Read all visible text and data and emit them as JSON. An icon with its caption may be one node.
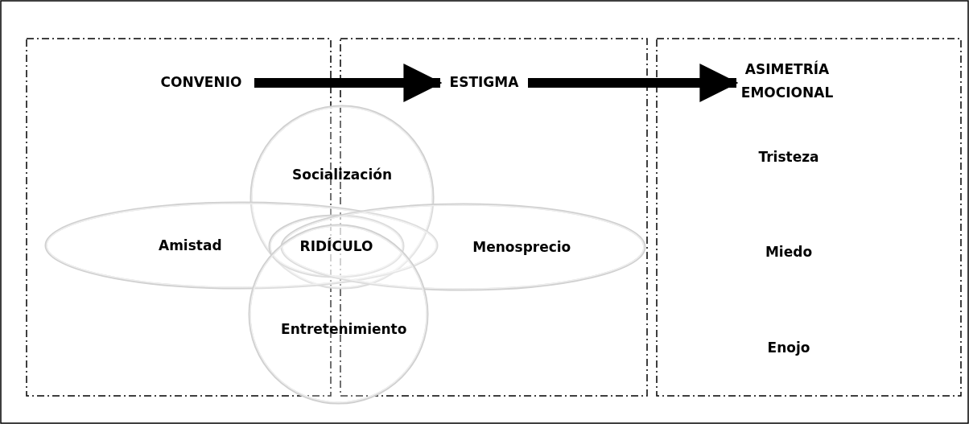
{
  "diagram": {
    "nodes": [
      {
        "text": [],
        "shape": "box"
      },
      {
        "text": [],
        "shape": "box"
      },
      {
        "text": [],
        "shape": "box"
      },
      {
        "text": [
          "CONVENIO"
        ],
        "in": 0
      },
      {
        "text": [
          "ESTIGMA"
        ],
        "in": 1
      },
      {
        "text": [
          "ASIMETRÍA EMOCIONAL"
        ],
        "in": 2
      },
      {
        "text": [
          "Socialización"
        ]
      },
      {
        "text": [
          "Amistad"
        ]
      },
      {
        "text": [
          "RIDÍCULO"
        ]
      },
      {
        "text": [
          "Menosprecio"
        ]
      },
      {
        "text": [
          "Entretenimiento"
        ]
      }
    ],
    "edges": [
      {
        "from": 3,
        "to": 4,
        "arrow": "to"
      },
      {
        "from": 4,
        "to": 5,
        "arrow": "to"
      }
    ],
    "labels": [
      "Tristeza",
      "Miedo",
      "Enojo"
    ]
  }
}
